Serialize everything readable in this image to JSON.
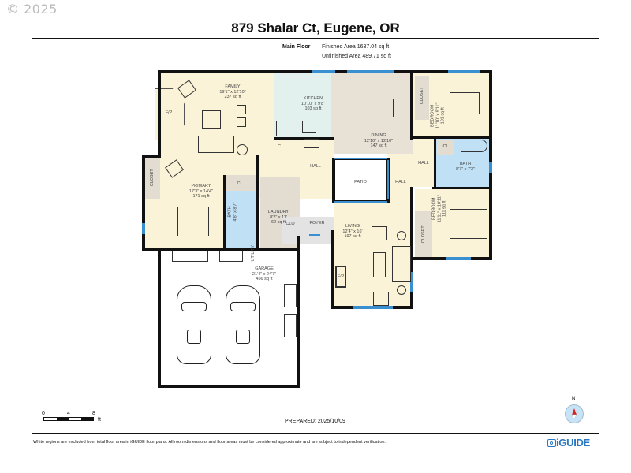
{
  "copyright": "© 2025",
  "header": {
    "title": "879 Shalar Ct, Eugene, OR",
    "floor_label": "Main Floor",
    "finished_area": "Finished Area 1637.04 sq ft",
    "unfinished_area": "Unfinished Area 489.71 sq ft"
  },
  "colors": {
    "living_fill": "#fbf3d7",
    "kitchen_fill": "#e2f1ee",
    "bath_fill": "#bfe0f5",
    "closet_fill": "#e3dcd1",
    "dining_fill": "#e8e2d6",
    "wall": "#111111",
    "window": "#3a8fd1",
    "logo": "#2a78c2",
    "compass_arrow": "#d9251c"
  },
  "rooms": {
    "family": {
      "name": "FAMILY",
      "dims": "19'1\" x 12'10\"",
      "area": "237 sq ft"
    },
    "fireplace_family": {
      "name": "F/P"
    },
    "kitchen": {
      "name": "KITCHEN",
      "dims": "10'10\" x 9'8\"",
      "area": "103 sq ft"
    },
    "dining": {
      "name": "DINING",
      "dims": "12'10\" x 12'10\"",
      "area": "147 sq ft"
    },
    "bedroom1": {
      "name": "BEDROOM",
      "dims": "11'10\" x 9'11\"",
      "area": "101 sq ft"
    },
    "closet_bed1": {
      "name": "CLOSET"
    },
    "hall_right_top": {
      "name": "HALL"
    },
    "bath": {
      "name": "BATH",
      "dims": "8'7\" x 7'3\"",
      "area": ""
    },
    "cl_bath": {
      "name": "CL"
    },
    "bedroom2": {
      "name": "BEDROOM",
      "dims": "11'11\" x 10'11\"",
      "area": "111 sq ft"
    },
    "closet_bed2": {
      "name": "CLOSET"
    },
    "hall_center": {
      "name": "HALL"
    },
    "hall_right": {
      "name": "HALL"
    },
    "patio": {
      "name": "PATIO"
    },
    "primary": {
      "name": "PRIMARY",
      "dims": "17'3\" x 14'4\"",
      "area": "171 sq ft"
    },
    "closet_primary": {
      "name": "CLOSET"
    },
    "cl_primary": {
      "name": "CL"
    },
    "bath_primary": {
      "name": "BATH",
      "dims": "4'8\" x 8'7\"",
      "area": ""
    },
    "laundry": {
      "name": "LAUNDRY",
      "dims": "8'2\" x 11'",
      "area": "62 sq ft"
    },
    "clo": {
      "name": "CLO"
    },
    "foyer": {
      "name": "FOYER"
    },
    "utility": {
      "name": "UTILITY"
    },
    "c_closet": {
      "name": "C"
    },
    "living": {
      "name": "LIVING",
      "dims": "12'4\" x 16'",
      "area": "197 sq ft"
    },
    "fireplace_living": {
      "name": "F/P"
    },
    "garage": {
      "name": "GARAGE",
      "dims": "21'4\" x 24'7\"",
      "area": "456 sq ft"
    }
  },
  "scale": {
    "ticks": [
      "0",
      "4",
      "8"
    ],
    "unit": "ft"
  },
  "prepared": "PREPARED: 2025/10/09",
  "compass": {
    "label": "N"
  },
  "disclaimer": "White regions are excluded from total floor area in iGUIDE floor plans. All room dimensions and floor areas must be considered approximate and are subject to independent verification.",
  "logo": {
    "text": "iGUIDE",
    "icon": "iguide-camera-icon"
  }
}
